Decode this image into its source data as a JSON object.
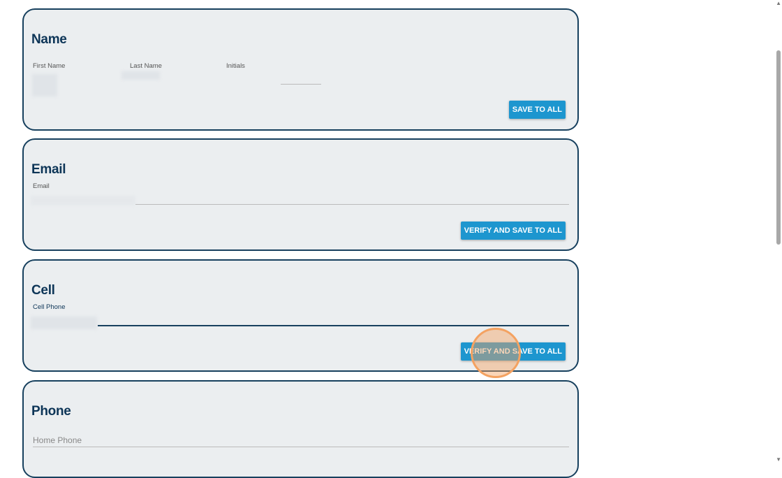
{
  "name_card": {
    "title": "Name",
    "first_label": "First Name",
    "last_label": "Last Name",
    "initials_label": "Initials",
    "button": "SAVE TO ALL"
  },
  "email_card": {
    "title": "Email",
    "email_label": "Email",
    "button": "VERIFY AND SAVE TO ALL"
  },
  "cell_card": {
    "title": "Cell",
    "cell_label": "Cell Phone",
    "button": "VERIFY AND SAVE TO ALL"
  },
  "phone_card": {
    "title": "Phone",
    "home_placeholder": "Home Phone"
  },
  "colors": {
    "accent": "#1d96cf",
    "heading": "#0d3557",
    "border": "#17405e"
  }
}
